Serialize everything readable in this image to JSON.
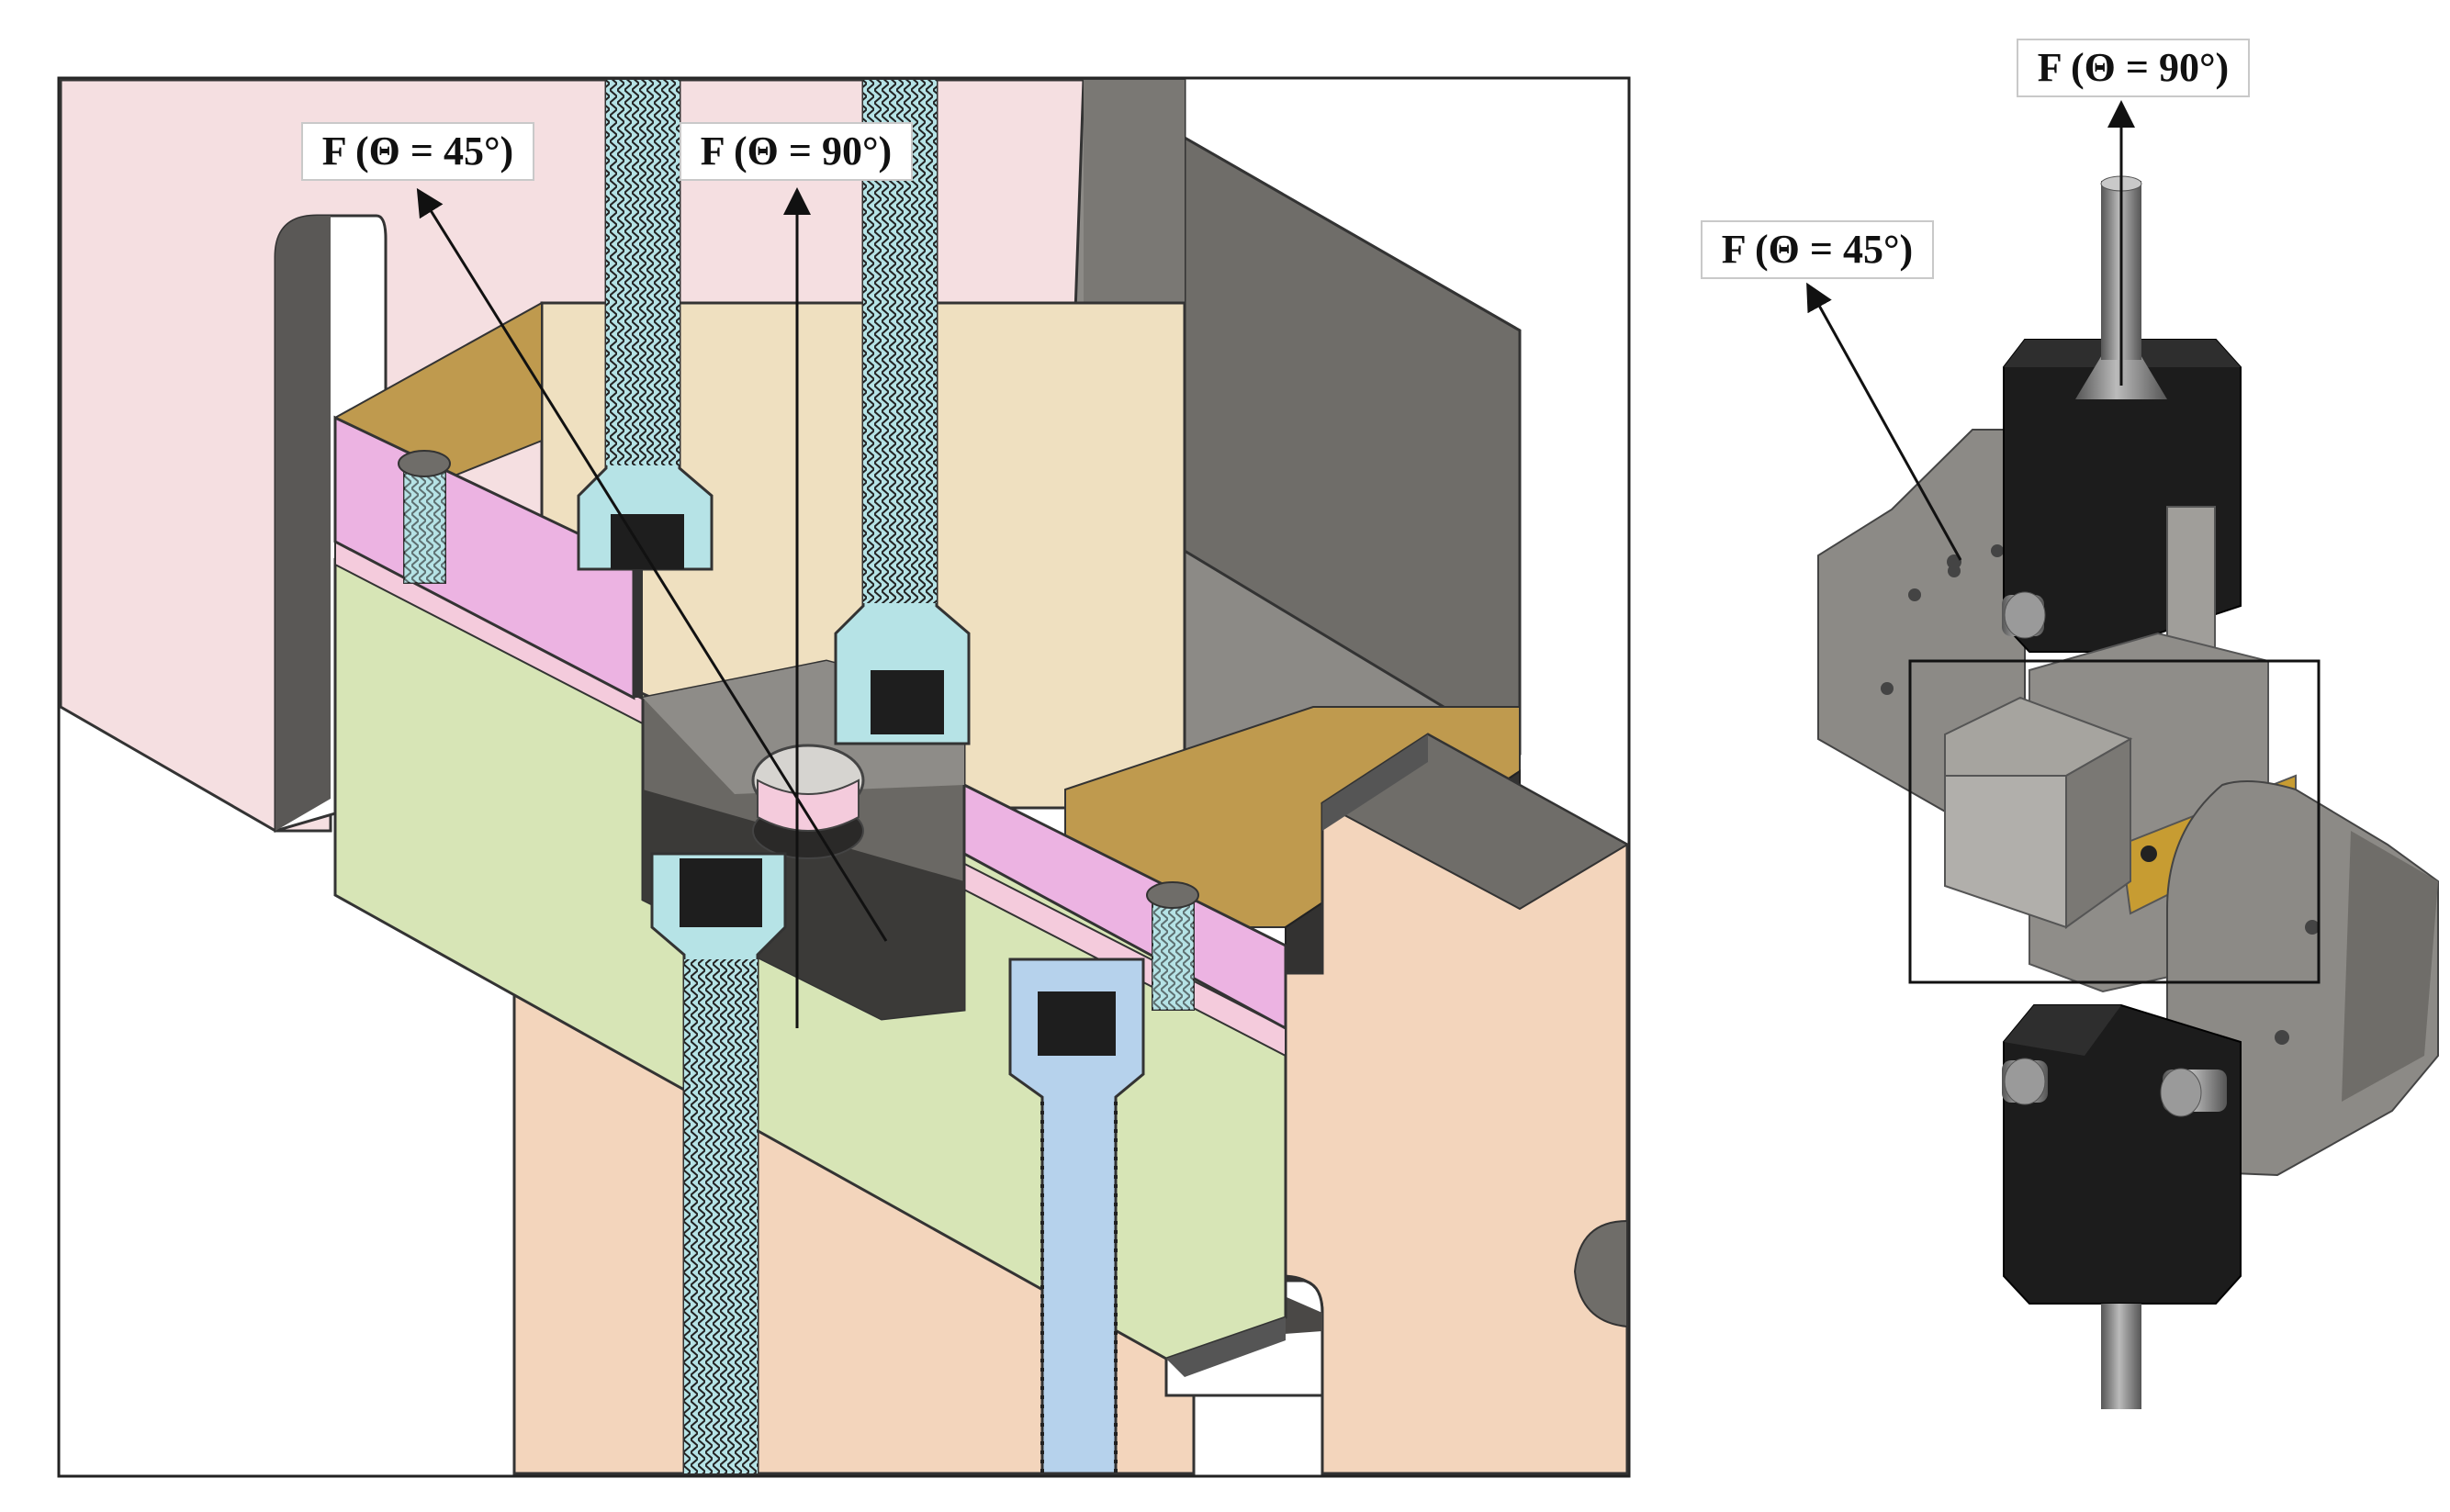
{
  "labels": {
    "detail_view": {
      "force_45": "F (Θ = 45°)",
      "force_90": "F (Θ = 90°)"
    },
    "fixture_view": {
      "force_90": "F (Θ = 90°)",
      "force_45": "F (Θ = 45°)"
    }
  },
  "colors": {
    "upper_block_pink": "#f5dfe1",
    "lower_block_peach": "#f3d5bc",
    "clamp_green": "#d7e5b6",
    "plate_magenta": "#ecb3e2",
    "tan_block": "#efe0c0",
    "gold": "#bf9a4e",
    "bolt_cyan": "#b6e3e6",
    "bolt_blue": "#b6d2ec",
    "steel_grey": "#8c8a86",
    "steel_dark": "#5e5c58",
    "black_holder": "#1c1c1c"
  }
}
